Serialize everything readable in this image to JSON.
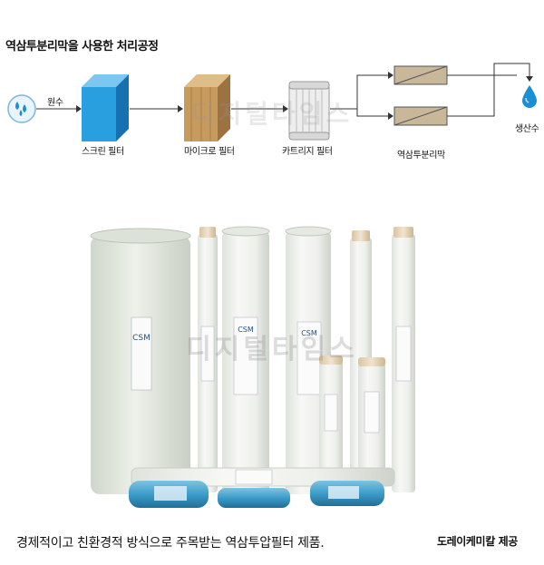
{
  "title": "역삼투분리막을 사용한 처리공정",
  "process": {
    "raw_water_label": "원수",
    "screen_filter_label": "스크린 필터",
    "micro_filter_label": "마이크로 필터",
    "cartridge_filter_label": "카트리지 필터",
    "ro_membrane_label": "역삼투분리막",
    "product_water_label": "생산수"
  },
  "watermark": "디지털타임스",
  "caption": "경제적이고 친환경적 방식으로 주목받는 역삼투압필터 제품.",
  "credit": "도레이케미칼 제공",
  "product_label_text": "CSM",
  "colors": {
    "water_blue": "#1a8fd6",
    "screen_blue": "#2a9fe0",
    "cardboard": "#c79a5e",
    "membrane_tan": "#c9b79a"
  }
}
